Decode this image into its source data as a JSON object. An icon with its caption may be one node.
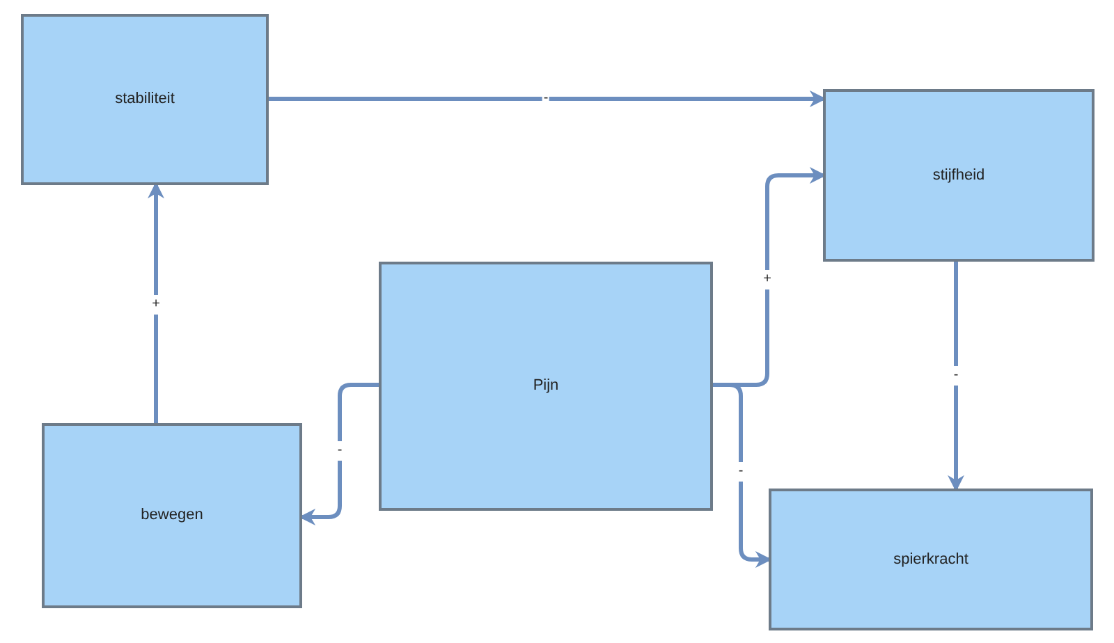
{
  "diagram": {
    "nodes": [
      {
        "text": [
          "stabiliteit"
        ]
      },
      {
        "text": [
          "stijfheid"
        ]
      },
      {
        "text": [
          "Pijn"
        ]
      },
      {
        "text": [
          "bewegen"
        ]
      },
      {
        "text": [
          "spierkracht"
        ]
      }
    ],
    "edges": [
      {
        "from": 0,
        "to": 1,
        "arrow": "to",
        "label": "-"
      },
      {
        "from": 3,
        "to": 0,
        "arrow": "to",
        "label": "+"
      },
      {
        "from": 2,
        "to": 1,
        "arrow": "to",
        "label": "+"
      },
      {
        "from": 2,
        "to": 3,
        "arrow": "to",
        "label": "-"
      },
      {
        "from": 2,
        "to": 4,
        "arrow": "to",
        "label": "-"
      },
      {
        "from": 1,
        "to": 4,
        "arrow": "to",
        "label": "-"
      }
    ]
  }
}
